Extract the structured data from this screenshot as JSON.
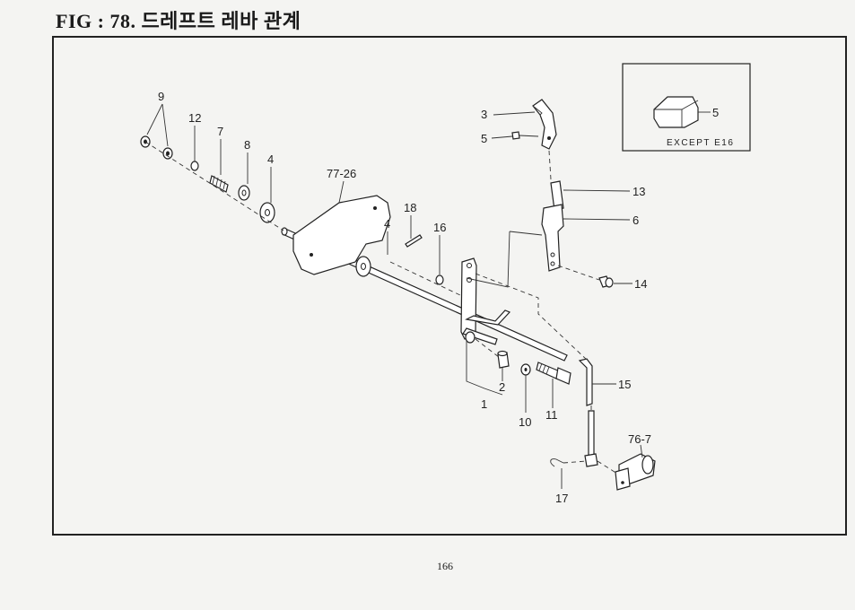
{
  "title": "FIG : 78. 드레프트 레바 관계",
  "page_number": "166",
  "inset": {
    "caption": "EXCEPT E16",
    "part_label": "5"
  },
  "labels": {
    "p9": "9",
    "p12": "12",
    "p7": "7",
    "p8": "8",
    "p4a": "4",
    "p77_26": "77-26",
    "p18": "18",
    "p4b": "4",
    "p16": "16",
    "p3": "3",
    "p5": "5",
    "p13": "13",
    "p6": "6",
    "p14": "14",
    "p15": "15",
    "p2": "2",
    "p1": "1",
    "p10": "10",
    "p11": "11",
    "p76_7": "76-7",
    "p17": "17"
  }
}
